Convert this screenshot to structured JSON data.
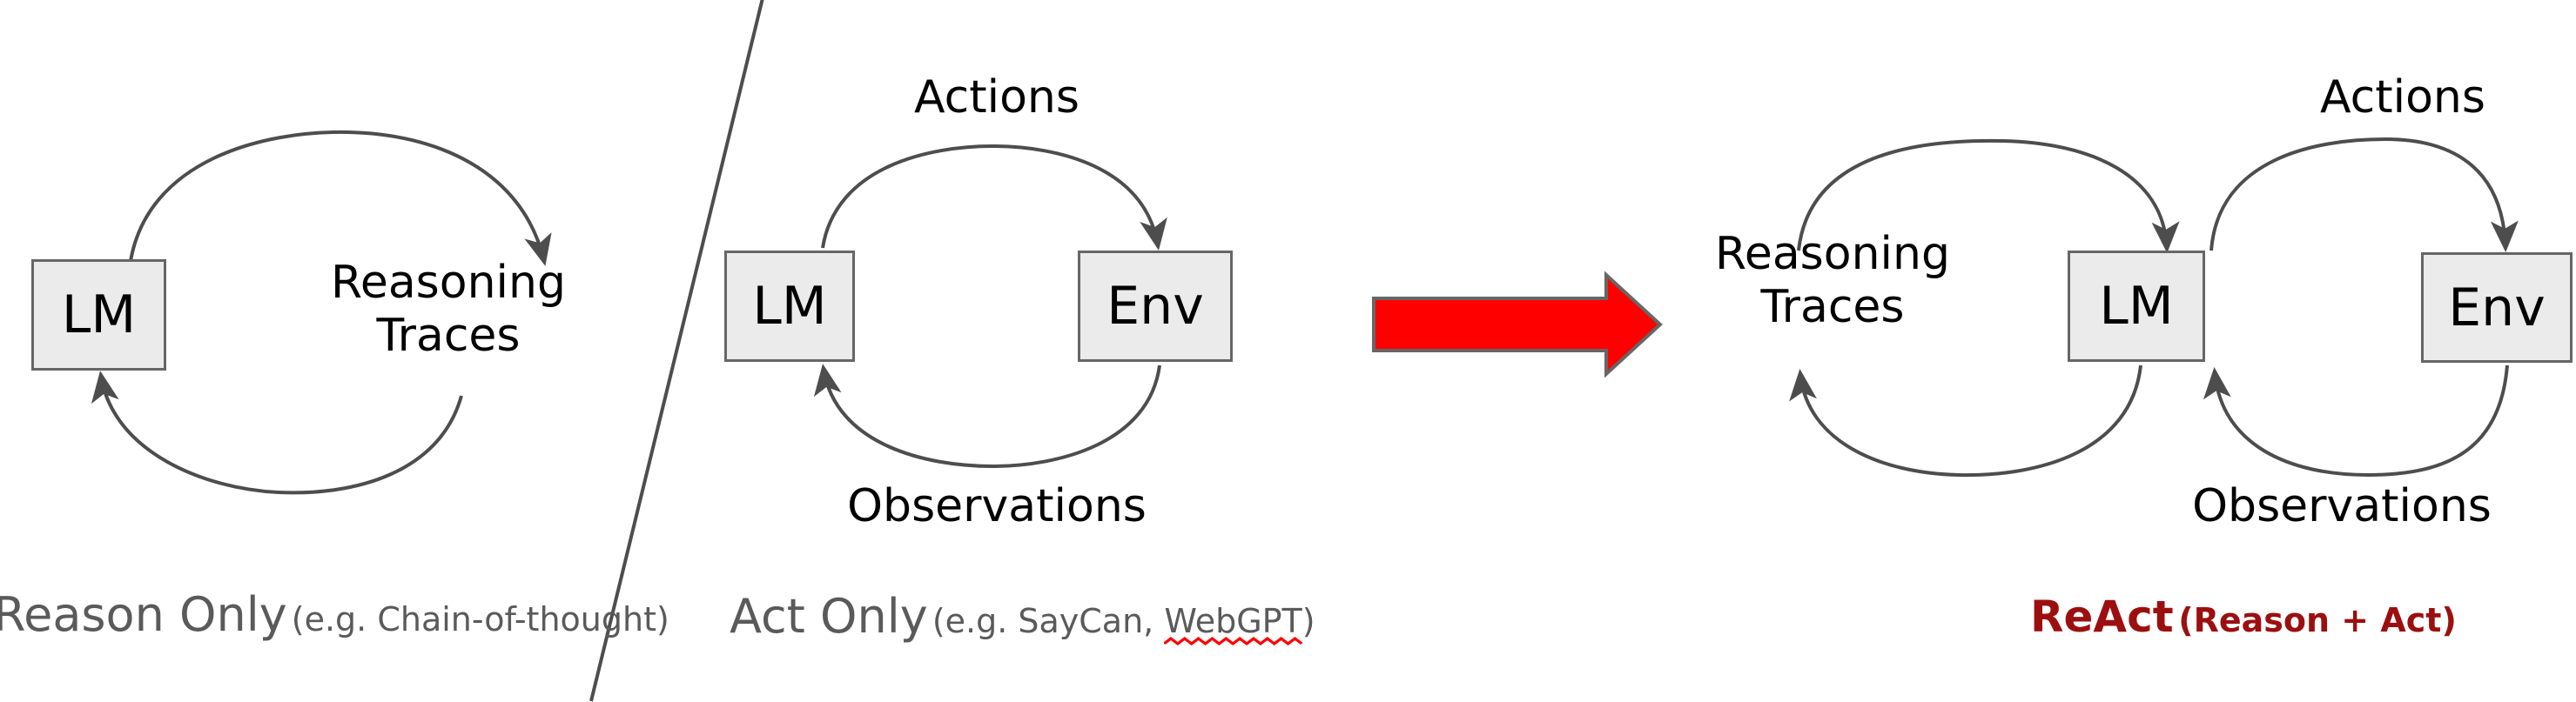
{
  "figure": {
    "title_semantic": "react-comparison-diagram",
    "background_color": "#ffffff",
    "box_fill": "#ebebeb",
    "box_stroke": "#666666",
    "arc_stroke": "#4d4d4d",
    "caption_color": "#5a5a5a",
    "react_color": "#9c0f10",
    "arrow_fill": "#ff0000",
    "arrow_stroke": "#666666"
  },
  "panels": [
    {
      "id": "reason-only",
      "nodes": [
        {
          "id": "lm",
          "label": "LM"
        }
      ],
      "flow_labels": [
        {
          "id": "reasoning-traces",
          "line1": "Reasoning",
          "line2": "Traces"
        }
      ],
      "caption": {
        "main": "Reason Only",
        "sub": "(e.g. Chain-of-thought)",
        "misspelled": ""
      }
    },
    {
      "id": "act-only",
      "nodes": [
        {
          "id": "lm",
          "label": "LM"
        },
        {
          "id": "env",
          "label": "Env"
        }
      ],
      "flow_labels": [
        {
          "id": "actions",
          "line1": "Actions",
          "line2": ""
        },
        {
          "id": "observations",
          "line1": "Observations",
          "line2": ""
        }
      ],
      "caption": {
        "main": "Act Only",
        "sub_prefix": "(e.g. SayCan, ",
        "misspelled": "WebGPT",
        "sub_suffix": ")"
      }
    },
    {
      "id": "react",
      "nodes": [
        {
          "id": "lm",
          "label": "LM"
        },
        {
          "id": "env",
          "label": "Env"
        }
      ],
      "flow_labels": [
        {
          "id": "reasoning-traces",
          "line1": "Reasoning",
          "line2": "Traces"
        },
        {
          "id": "actions",
          "line1": "Actions",
          "line2": ""
        },
        {
          "id": "observations",
          "line1": "Observations",
          "line2": ""
        }
      ],
      "caption": {
        "main": "ReAct",
        "sub": "(Reason + Act)"
      }
    }
  ],
  "transition_arrow": {
    "id": "red-transition-arrow",
    "direction": "right",
    "color": "#ff0000"
  },
  "divider": {
    "id": "diagonal-divider",
    "color": "#4d4d4d"
  }
}
